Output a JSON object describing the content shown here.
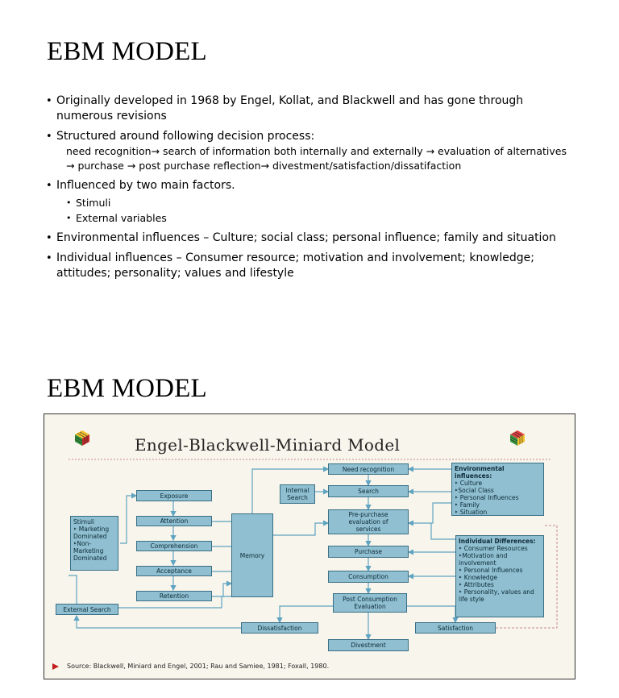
{
  "slide1": {
    "title": "EBM MODEL",
    "bullets": {
      "b1": "Originally developed in 1968 by Engel, Kollat, and Blackwell and has gone through numerous revisions",
      "b2": "Structured around following decision process:",
      "b2_sub": "need recognition→ search of information both internally and externally → evaluation of alternatives → purchase → post purchase reflection→ divestment/satisfaction/dissatifaction",
      "b3": "Influenced by two main factors.",
      "b3_items": [
        "Stimuli",
        "External variables"
      ],
      "b4": "Environmental influences – Culture; social class; personal influence; family and situation",
      "b5": "Individual influences – Consumer resource; motivation and involvement; knowledge; attitudes; personality; values and lifestyle"
    }
  },
  "slide2": {
    "title": "EBM MODEL",
    "diagram": {
      "title": "Engel-Blackwell-Miniard Model",
      "source": "Source: Blackwell, Miniard and Engel, 2001; Rau and Samiee, 1981; Foxall, 1980.",
      "stimuli": {
        "head": "Stimuli",
        "l1": "‣ Marketing",
        "l2": "Dominated",
        "l3": "‣Non-",
        "l4": "Marketing",
        "l5": "Dominated"
      },
      "exposure": "Exposure",
      "attention": "Attention",
      "comprehension": "Comprehension",
      "acceptance": "Acceptance",
      "retention": "Retention",
      "memory": "Memory",
      "external_search": "External Search",
      "internal_search": "Internal Search",
      "need_recognition": "Need recognition",
      "search": "Search",
      "prepurchase": "Pre-purchase evaluation of services",
      "purchase": "Purchase",
      "consumption": "Consumption",
      "post_consumption": "Post Consumption Evaluation",
      "dissatisfaction": "Dissatisfaction",
      "satisfaction": "Satisfaction",
      "divestment": "Divestment",
      "environmental": {
        "head": "Environmental influences:",
        "items": [
          "‣ Culture",
          "‣Social Class",
          "‣ Personal Influences",
          "‣ Family",
          "‣ Situation"
        ]
      },
      "individual": {
        "head": "Individual Differences:",
        "items": [
          "‣ Consumer Resources",
          "‣Motivation and involvement",
          "‣ Personal Influences",
          "‣ Knowledge",
          "‣ Attributes",
          "‣ Personality, values and life style"
        ]
      },
      "colors": {
        "box": "#8fbfd0",
        "border": "#3a6f86",
        "arrow": "#5fa4c0",
        "source_marker": "#c21d1d",
        "dashed": "#c78c8c"
      }
    }
  }
}
